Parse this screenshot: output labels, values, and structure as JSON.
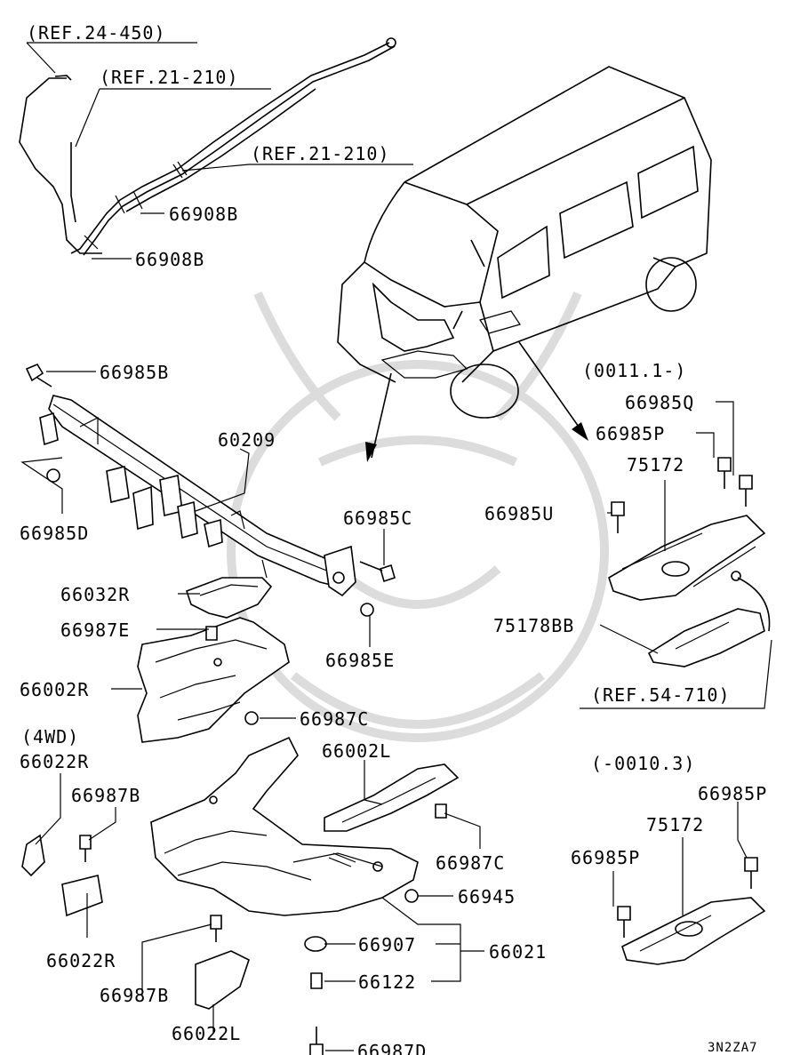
{
  "labels": {
    "ref_24_450": "(REF.24-450)",
    "ref_21_210_a": "(REF.21-210)",
    "ref_21_210_b": "(REF.21-210)",
    "p66908B_a": "66908B",
    "p66908B_b": "66908B",
    "p66985B": "66985B",
    "p60209": "60209",
    "p66985D": "66985D",
    "p66985C": "66985C",
    "p66032R": "66032R",
    "p66987E": "66987E",
    "p66985E": "66985E",
    "p66002R": "66002R",
    "p66987C_a": "66987C",
    "p4WD": "(4WD)",
    "p66022R_a": "66022R",
    "p66987B_a": "66987B",
    "p66022R_b": "66022R",
    "p66987B_b": "66987B",
    "p66022L": "66022L",
    "p66002L": "66002L",
    "p66987C_b": "66987C",
    "p66945": "66945",
    "p66907": "66907",
    "p66021": "66021",
    "p66122": "66122",
    "p66987D": "66987D",
    "p0011": "(0011.1-)",
    "p66985Q": "66985Q",
    "p66985P_a": "66985P",
    "p75172_a": "75172",
    "p66985U": "66985U",
    "p75178BB": "75178BB",
    "ref_54_710": "(REF.54-710)",
    "p0010": "(-0010.3)",
    "p66985P_b": "66985P",
    "p75172_b": "75172",
    "p66985P_c": "66985P",
    "code": "3N2ZA7"
  }
}
